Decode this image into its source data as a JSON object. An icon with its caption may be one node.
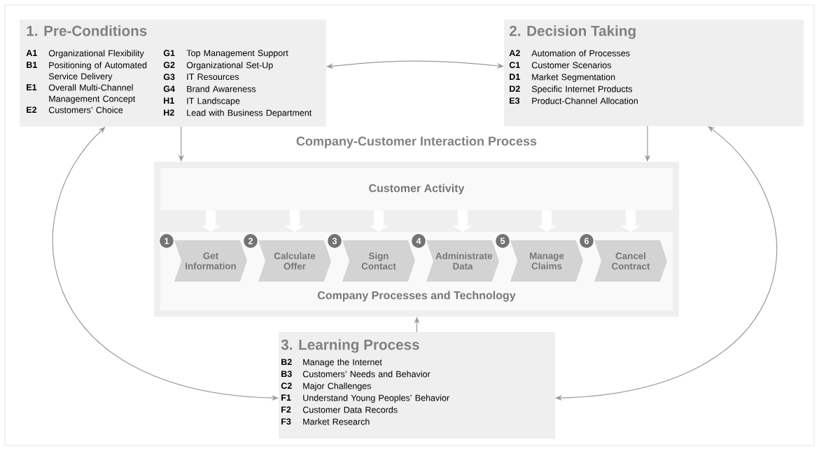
{
  "diagram": {
    "nodes": [
      {
        "text": [
          "1. Pre-Conditions",
          "A1",
          "Organizational Flexibility",
          "B1",
          "Positioning of Automated Service Delivery",
          "E1",
          "Overall Multi-Channel Management Concept",
          "E2",
          "Customers’ Choice",
          "G1",
          "Top Management Support",
          "G2",
          "Organizational Set-Up",
          "G3",
          "IT Resources",
          "G4",
          "Brand Awareness",
          "H1",
          "IT Landscape",
          "H2",
          "Lead with Business Department"
        ]
      },
      {
        "text": [
          "2. Decision Taking",
          "A2",
          "Automation of Processes",
          "C1",
          "Customer Scenarios",
          "D1",
          "Market Segmentation",
          "D2",
          "Specific Internet Products",
          "E3",
          "Product-Channel Allocation"
        ]
      },
      {
        "text": [
          "Company-Customer Interaction Process"
        ]
      },
      {
        "text": [
          "Customer Activity"
        ],
        "in": 2
      },
      {
        "text": [
          "Company Processes and Technology"
        ],
        "in": 2
      },
      {
        "text": [
          "Get Information"
        ],
        "beside": [
          "1"
        ],
        "in": 4
      },
      {
        "text": [
          "Calculate Offer"
        ],
        "beside": [
          "2"
        ],
        "in": 4
      },
      {
        "text": [
          "Sign Contact"
        ],
        "beside": [
          "3"
        ],
        "in": 4
      },
      {
        "text": [
          "Administrate Data"
        ],
        "beside": [
          "4"
        ],
        "in": 4
      },
      {
        "text": [
          "Manage Claims"
        ],
        "beside": [
          "5"
        ],
        "in": 4
      },
      {
        "text": [
          "Cancel Contract"
        ],
        "beside": [
          "6"
        ],
        "in": 4
      },
      {
        "text": [
          "3. Learning Process",
          "B2",
          "Manage the Internet",
          "B3",
          "Customers’ Needs and Behavior",
          "C2",
          "Major Challenges",
          "F1",
          "Understand Young Peoples’ Behavior",
          "F2",
          "Customer Data Records",
          "F3",
          "Market Research"
        ]
      }
    ],
    "edges": [
      {
        "from": 0,
        "to": 1,
        "arrow": "both",
        "color": "#999999"
      },
      {
        "from": 0,
        "to": 2,
        "arrow": "to",
        "color": "#999999"
      },
      {
        "from": 1,
        "to": 2,
        "arrow": "to",
        "color": "#999999"
      },
      {
        "from": 3,
        "to": 4,
        "arrow": "to",
        "style": "thick",
        "color": "#ffffff"
      },
      {
        "from": 3,
        "to": 4,
        "arrow": "to",
        "style": "thick",
        "color": "#ffffff"
      },
      {
        "from": 3,
        "to": 4,
        "arrow": "to",
        "style": "thick",
        "color": "#ffffff"
      },
      {
        "from": 3,
        "to": 4,
        "arrow": "to",
        "style": "thick",
        "color": "#ffffff"
      },
      {
        "from": 3,
        "to": 4,
        "arrow": "to",
        "style": "thick",
        "color": "#ffffff"
      },
      {
        "from": 3,
        "to": 4,
        "arrow": "to",
        "style": "thick",
        "color": "#ffffff"
      },
      {
        "from": 11,
        "to": 2,
        "arrow": "to",
        "color": "#999999"
      },
      {
        "from": 11,
        "to": 0,
        "arrow": "both",
        "color": "#999999"
      },
      {
        "from": 11,
        "to": 1,
        "arrow": "both",
        "color": "#999999"
      }
    ]
  }
}
